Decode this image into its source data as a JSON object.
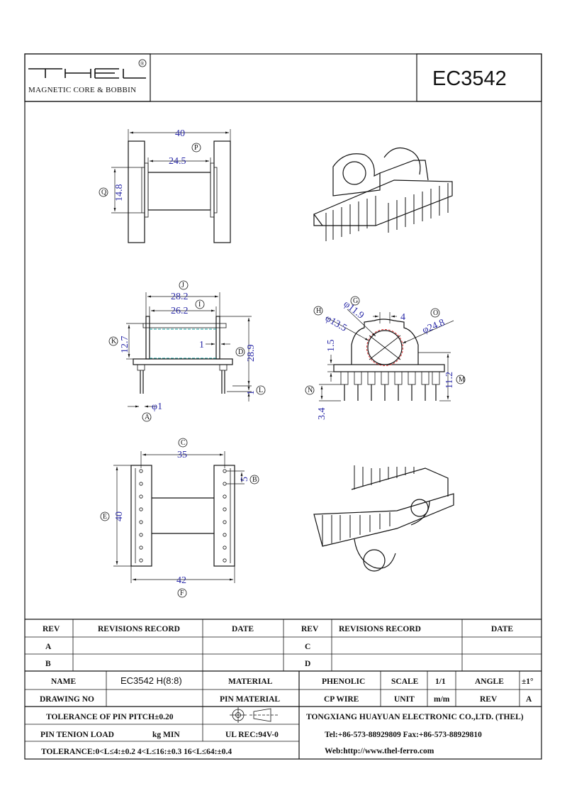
{
  "header": {
    "logo_text": "THEL",
    "logo_mark": "®",
    "subtitle": "MAGNETIC CORE & BOBBIN",
    "part_number": "EC3542"
  },
  "views": {
    "side_top": {
      "overall": "40",
      "inner": "24.5",
      "height": "14.8",
      "label_p": "P",
      "label_q": "Q"
    },
    "front": {
      "outer": "28.2",
      "inner": "26.2",
      "flange": "12.7",
      "gap": "1",
      "height": "28.9",
      "pin_len": "1",
      "pin_dia": "φ1",
      "label_j": "J",
      "label_i": "I",
      "label_k": "K",
      "label_d": "D",
      "label_l": "L",
      "label_a": "A"
    },
    "end": {
      "dia_g": "φ11.9",
      "dia_h": "φ13.5",
      "dia_o": "φ24.8",
      "w4": "4",
      "v15": "1.5",
      "h112": "11.2",
      "v34": "3.4",
      "label_h": "H",
      "label_g": "G",
      "label_o": "O",
      "label_n": "N",
      "label_m": "M"
    },
    "bottom": {
      "pin_span": "35",
      "pitch": "5",
      "width": "40",
      "overall": "42",
      "label_c": "C",
      "label_b": "B",
      "label_e": "E",
      "label_f": "F"
    }
  },
  "title_block": {
    "rev_header": "REV",
    "revisions_header": "REVISIONS RECORD",
    "date_header": "DATE",
    "rev_a": "A",
    "rev_b": "B",
    "rev_c": "C",
    "rev_d": "D",
    "name_label": "NAME",
    "name_value": "EC3542 H(8:8)",
    "material_label": "MATERIAL",
    "material_value": "PHENOLIC",
    "scale_label": "SCALE",
    "scale_value": "1/1",
    "angle_label": "ANGLE",
    "angle_value": "±1°",
    "drawing_no_label": "DRAWING NO",
    "pin_material_label": "PIN MATERIAL",
    "pin_material_value": "CP WIRE",
    "unit_label": "UNIT",
    "unit_value": "m/m",
    "rev_label": "REV",
    "rev_value": "A",
    "tolerance_pitch": "TOLERANCE OF PIN PITCH±0.20",
    "pin_tension": "PIN TENION LOAD",
    "pin_tension_unit": "kg MIN",
    "ul_rec": "UL REC:94V-0",
    "tolerance": "TOLERANCE:0<L≤4:±0.2  4<L≤16:±0.3  16<L≤64:±0.4",
    "company": "TONGXIANG HUAYUAN ELECTRONIC CO.,LTD.  (THEL)",
    "tel": "Tel:+86-573-88929809 Fax:+86-573-88929810",
    "web": "Web:http://www.thel-ferro.com"
  }
}
